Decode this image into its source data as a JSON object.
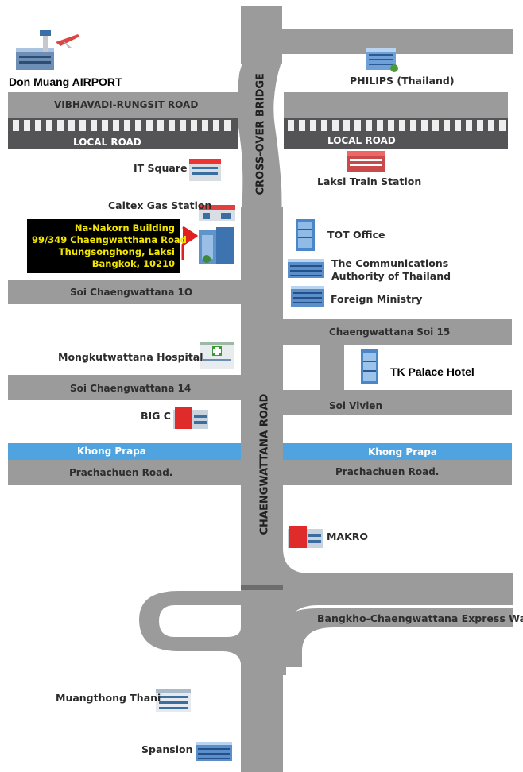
{
  "roads": {
    "vertical_top": "CROSS-OVER BRIDGE",
    "vertical_main": "CHAENGWATTANA ROAD",
    "vibhavadi": "VIBHAVADI-RUNGSIT ROAD",
    "local_road_left": "LOCAL ROAD",
    "local_road_right": "LOCAL ROAD",
    "soi10": "Soi Chaengwattana 1O",
    "soi15": "Chaengwattana  Soi 15",
    "soi14": "Soi Chaengwattana 14",
    "soi_vivien": "Soi Vivien",
    "khong_prapa_left": "Khong Prapa",
    "khong_prapa_right": "Khong Prapa",
    "prachachuen_left": "Prachachuen Road.",
    "prachachuen_right": "Prachachuen Road.",
    "expressway": "Bangkho-Chaengwattana Express Way"
  },
  "places": {
    "airport": "Don Muang AIRPORT",
    "philips": "PHILIPS (Thailand)",
    "it_square": "IT Square",
    "laksi_station": "Laksi Train Station",
    "caltex": "Caltex Gas Station",
    "tot": "TOT Office",
    "cat_line1": "The Communications",
    "cat_line2": "Authority of Thailand",
    "foreign_ministry": "Foreign Ministry",
    "hospital": "Mongkutwattana Hospital",
    "tk_palace": "TK Palace Hotel",
    "big_c": "BIG C",
    "makro": "MAKRO",
    "muangthong": "Muangthong Thani",
    "spansion": "Spansion"
  },
  "address": {
    "line1": "Na-Nakorn Building",
    "line2": "99/349 Chaengwatthana Road",
    "line3": "Thungsonghong, Laksi",
    "line4": "Bangkok, 10210"
  },
  "colors": {
    "road": "#9b9b9c",
    "rail": "#545456",
    "canal": "#4fa3de",
    "address_bg": "#000000",
    "address_text": "#f2e600",
    "marker": "#e02020"
  }
}
